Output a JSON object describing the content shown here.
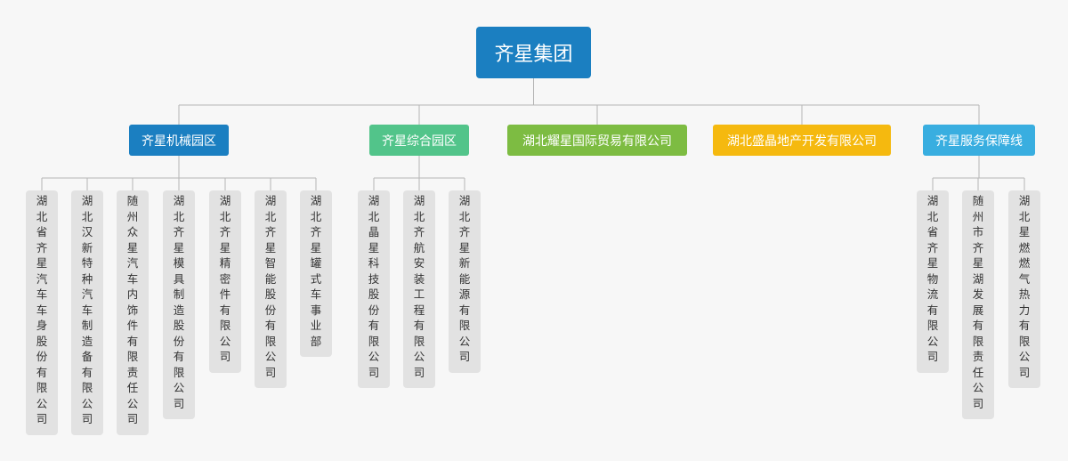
{
  "root": {
    "label": "齐星集团",
    "color": "#1b7fc1"
  },
  "divisions": [
    {
      "label": "齐星机械园区",
      "color": "#1b7fc1",
      "children": [
        "湖北省齐星汽车车身股份有限公司",
        "湖北汉新特种汽车制造备有限公司",
        "随州众星汽车内饰件有限责任公司",
        "湖北齐星模具制造股份有限公司",
        "湖北齐星精密件有限公司",
        "湖北齐星智能股份有限公司",
        "湖北齐星罐式车事业部"
      ]
    },
    {
      "label": "齐星综合园区",
      "color": "#52c48a",
      "children": [
        "湖北晶星科技股份有限公司",
        "湖北齐航安装工程有限公司",
        "湖北齐星新能源有限公司"
      ]
    },
    {
      "label": "湖北耀星国际贸易有限公司",
      "color": "#7dbc42",
      "children": []
    },
    {
      "label": "湖北盛晶地产开发有限公司",
      "color": "#f5b90f",
      "children": []
    },
    {
      "label": "齐星服务保障线",
      "color": "#39aee0",
      "children": [
        "湖北省齐星物流有限公司",
        "随州市齐星湖发展有限责任公司",
        "湖北星燃燃气热力有限公司"
      ]
    }
  ]
}
